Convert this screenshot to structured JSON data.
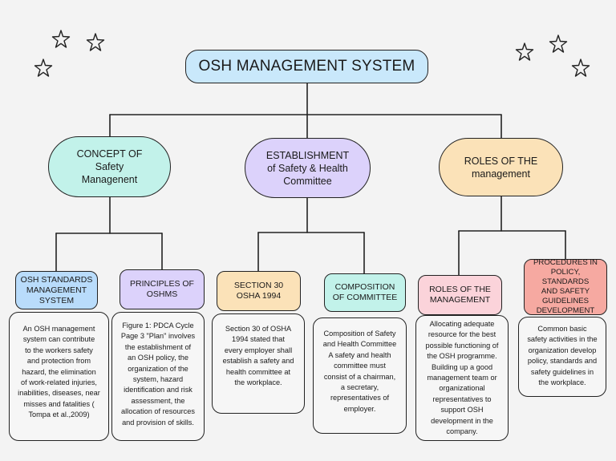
{
  "title": "OSH MANAGEMENT SYSTEM",
  "branches": [
    {
      "label": "CONCEPT OF\nSafety\nManagenent",
      "color": "#c2f2ea",
      "children": [
        {
          "label": "OSH STANDARDS\nMANAGEMENT\nSYSTEM",
          "color": "#b9dcfb",
          "description": "An OSH management\nsystem can contribute\nto the workers safety\nand protection from\nhazard, the elimination\nof work-related injuries,\ninabilities, diseases, near\nmisses and fatalities (\nTompa et al.,2009)"
        },
        {
          "label": "PRINCIPLES OF\nOSHMS",
          "color": "#dcd2fb",
          "description": "Figure 1: PDCA Cycle\nPage 3 \"Plan\" involves\nthe establishment of\nan OSH policy, the\norganization of the\nsystem, hazard\nidentification and risk\nassessment, the\nallocation of resources\nand provision of skills."
        }
      ]
    },
    {
      "label": "ESTABLISHMENT\nof Safety & Health\nCommittee",
      "color": "#dcd2fb",
      "children": [
        {
          "label": "SECTION 30\nOSHA 1994",
          "color": "#fbe2b8",
          "description": "Section 30 of OSHA\n1994 stated that\nevery employer shall\nestablish a safety and\nhealth committee at\nthe workplace."
        },
        {
          "label": "COMPOSITION\nOF COMMITTEE",
          "color": "#c2f2ea",
          "description": "Composition of Safety\nand Health Committee\nA safety and health\ncommittee must\nconsist of a chairman,\na secretary,\nrepresentatives of\nemployer."
        }
      ]
    },
    {
      "label": "ROLES OF THE\nmanagement",
      "color": "#fbe2b8",
      "children": [
        {
          "label": "ROLES OF THE\nMANAGEMENT",
          "color": "#fbd3da",
          "description": "Allocating adequate\nresource for the best\npossible functioning of\nthe OSH programme.\nBuilding up a good\nmanagement team or\norganizational\nrepresentatives to\nsupport OSH\ndevelopment in the\ncompany."
        },
        {
          "label": "PROCEDURES IN\nPOLICY, STANDARDS\nAND SAFETY\nGUIDELINES\nDEVELOPMENT",
          "color": "#f6a9a1",
          "description": "Common basic\nsafety activities in the\norganization develop\npolicy, standards and\nsafety guidelines in\nthe workplace."
        }
      ]
    }
  ],
  "decorations": [
    "star-icon",
    "star-icon",
    "star-icon",
    "star-icon",
    "star-icon",
    "star-icon"
  ]
}
